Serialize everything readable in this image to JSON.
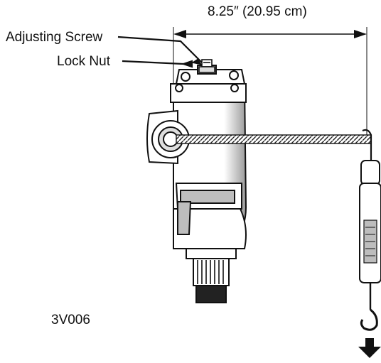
{
  "diagram": {
    "dimension_label": "8.25″ (20.95 cm)",
    "callouts": {
      "adjusting_screw": "Adjusting Screw",
      "lock_nut": "Lock Nut"
    },
    "figure_code": "3V006",
    "colors": {
      "ink": "#111111",
      "housing_fill": "#ffffff",
      "shade": "#bdbdbd",
      "dark": "#222222"
    },
    "icons": {
      "pull_arrow": "arrow-down-icon"
    }
  }
}
